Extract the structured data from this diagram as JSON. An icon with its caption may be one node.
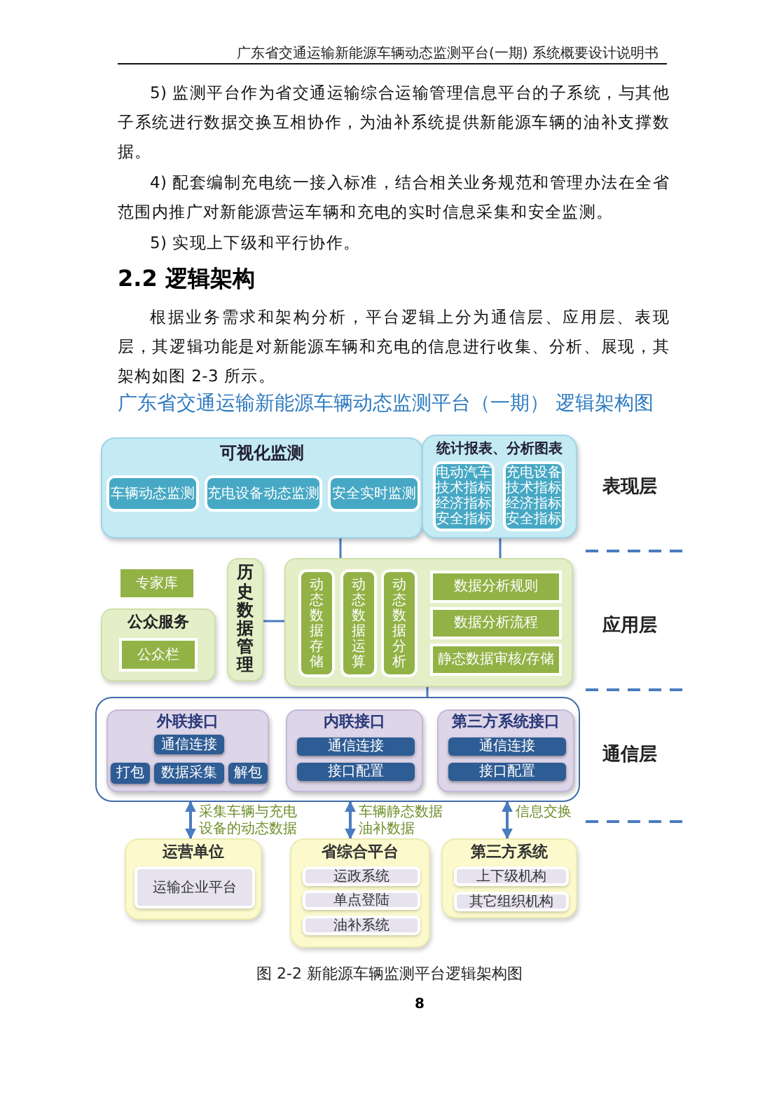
{
  "diagram": {
    "title": "广东省交通运输新能源车辆动态监测平台（一期） 逻辑架构图",
    "caption": "图 2-2 新能源车辆监测平台逻辑架构图",
    "nodes": [
      {
        "text": [
          "可视化监测"
        ]
      },
      {
        "text": [
          "车辆动态监测"
        ],
        "in": 0
      },
      {
        "text": [
          "充电设备动态监测"
        ],
        "in": 0
      },
      {
        "text": [
          "安全实时监测"
        ],
        "in": 0
      },
      {
        "text": [
          "统计报表、分析图表"
        ]
      },
      {
        "text": [
          "电动汽车技术指标经济指标安全指标"
        ],
        "in": 4
      },
      {
        "text": [
          "充电设备技术指标经济指标安全指标"
        ],
        "in": 4
      },
      {
        "text": [
          "专家库"
        ]
      },
      {
        "text": [
          "公众服务"
        ]
      },
      {
        "text": [
          "公众栏"
        ],
        "in": 8
      },
      {
        "text": [
          "历史数据管理"
        ]
      },
      {
        "text": [],
        "shape": "box"
      },
      {
        "text": [
          "动态数据存储"
        ],
        "in": 11
      },
      {
        "text": [
          "动态数据运算"
        ],
        "in": 11
      },
      {
        "text": [
          "动态数据分析"
        ],
        "in": 11
      },
      {
        "text": [
          "数据分析规则"
        ],
        "in": 11
      },
      {
        "text": [
          "数据分析流程"
        ],
        "in": 11
      },
      {
        "text": [
          "静态数据审核/存储"
        ],
        "in": 11
      },
      {
        "text": [],
        "shape": "box"
      },
      {
        "text": [
          "外联接口"
        ],
        "in": 18
      },
      {
        "text": [
          "通信连接"
        ],
        "in": 19
      },
      {
        "text": [
          "打包"
        ],
        "in": 19
      },
      {
        "text": [
          "数据采集"
        ],
        "in": 19
      },
      {
        "text": [
          "解包"
        ],
        "in": 19
      },
      {
        "text": [
          "内联接口"
        ],
        "in": 18
      },
      {
        "text": [
          "通信连接"
        ],
        "in": 24
      },
      {
        "text": [
          "接口配置"
        ],
        "in": 24
      },
      {
        "text": [
          "第三方系统接口"
        ],
        "in": 18
      },
      {
        "text": [
          "通信连接"
        ],
        "in": 27
      },
      {
        "text": [
          "接口配置"
        ],
        "in": 27
      },
      {
        "text": [
          "运营单位"
        ]
      },
      {
        "text": [
          "运输企业平台"
        ],
        "in": 30
      },
      {
        "text": [
          "省综合平台"
        ]
      },
      {
        "text": [
          "运政系统"
        ],
        "in": 32
      },
      {
        "text": [
          "单点登陆"
        ],
        "in": 32
      },
      {
        "text": [
          "油补系统"
        ],
        "in": 32
      },
      {
        "text": [
          "第三方系统"
        ]
      },
      {
        "text": [
          "上下级机构"
        ],
        "in": 36
      },
      {
        "text": [
          "其它组织机构"
        ],
        "in": 36
      }
    ],
    "edges": [
      {
        "from": 0,
        "to": 11,
        "arrow": "none"
      },
      {
        "from": 4,
        "to": 11,
        "arrow": "none"
      },
      {
        "from": 10,
        "to": 11,
        "arrow": "none"
      },
      {
        "from": 11,
        "to": 18,
        "arrow": "none"
      },
      {
        "from": 18,
        "to": 30,
        "arrow": "both",
        "label": "采集车辆与充电设备的动态数据"
      },
      {
        "from": 18,
        "to": 32,
        "arrow": "both",
        "label": "车辆静态数据油补数据"
      },
      {
        "from": 18,
        "to": 36,
        "arrow": "both",
        "label": "信息交换"
      }
    ],
    "labels": [
      "广东省交通运输新能源车辆动态监测平台(一期) 系统概要设计说明书",
      "5) 监测平台作为省交通运输综合运输管理信息平台的子系统，与其他子系统进行数据交换互相协作，为油补系统提供新能源车辆的油补支撑数据。",
      "4) 配套编制充电统一接入标准，结合相关业务规范和管理办法在全省范围内推广对新能源营运车辆和充电的实时信息采集和安全监测。",
      "5) 实现上下级和平行协作。",
      "2.2 逻辑架构",
      "根据业务需求和架构分析，平台逻辑上分为通信层、应用层、表现层，其逻辑功能是对新能源车辆和充电的信息进行收集、分析、展现，其架构如图 2-3 所示。",
      "表现层",
      "应用层",
      "通信层",
      "8"
    ]
  }
}
